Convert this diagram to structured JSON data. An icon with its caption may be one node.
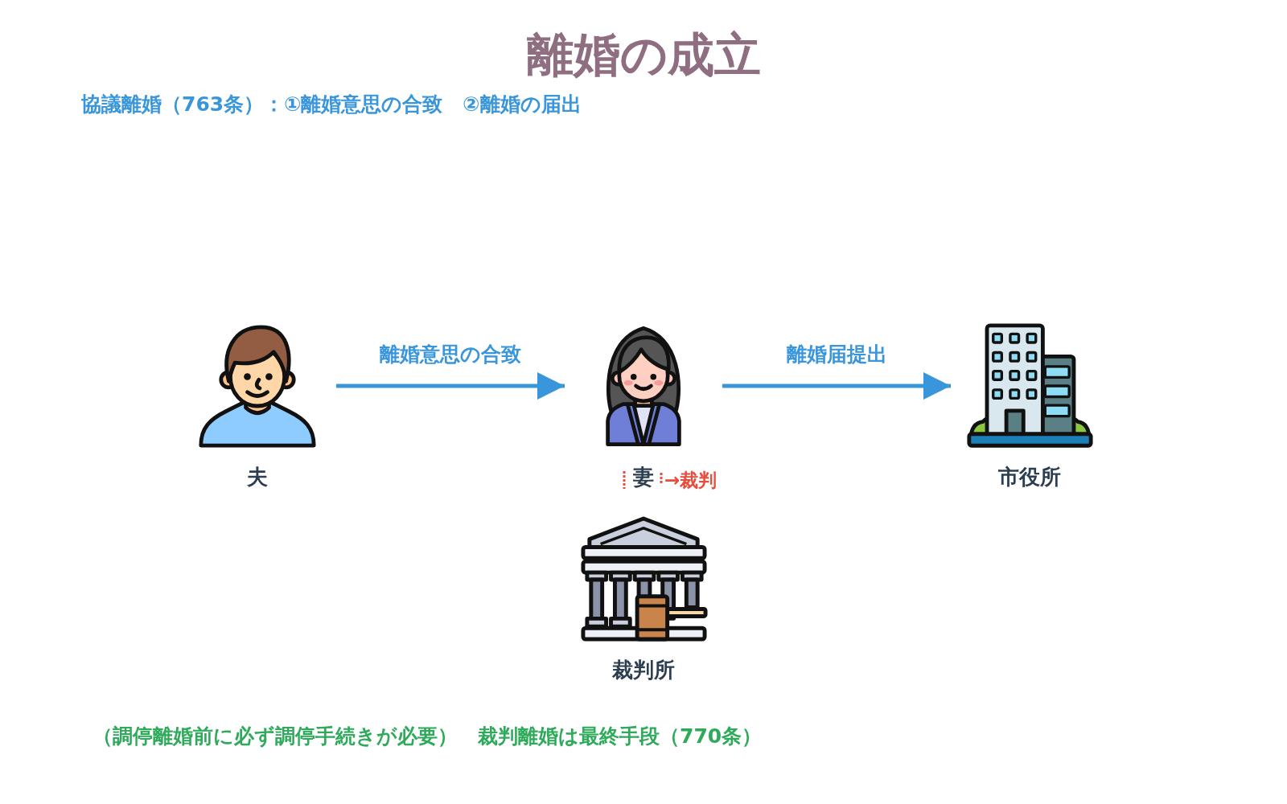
{
  "diagram": {
    "title": "離婚の成立",
    "nodes": [
      {
        "text": [
          "夫"
        ]
      },
      {
        "text": [
          "妻"
        ],
        "beside": [
          "→裁判"
        ]
      },
      {
        "text": [
          "市役所"
        ]
      },
      {
        "text": [
          "裁判所"
        ]
      }
    ],
    "edges": [
      {
        "from": 0,
        "to": 1,
        "arrow": "to",
        "label": "離婚意思の合致"
      },
      {
        "from": 1,
        "to": 2,
        "arrow": "to",
        "label": "離婚届提出"
      }
    ],
    "labels": [
      "協議離婚（763条）：①離婚意思の合致　②離婚の届出",
      "（調停離婚前に必ず調停手続きが必要）　裁判離婚は最終手段（770条）"
    ]
  }
}
